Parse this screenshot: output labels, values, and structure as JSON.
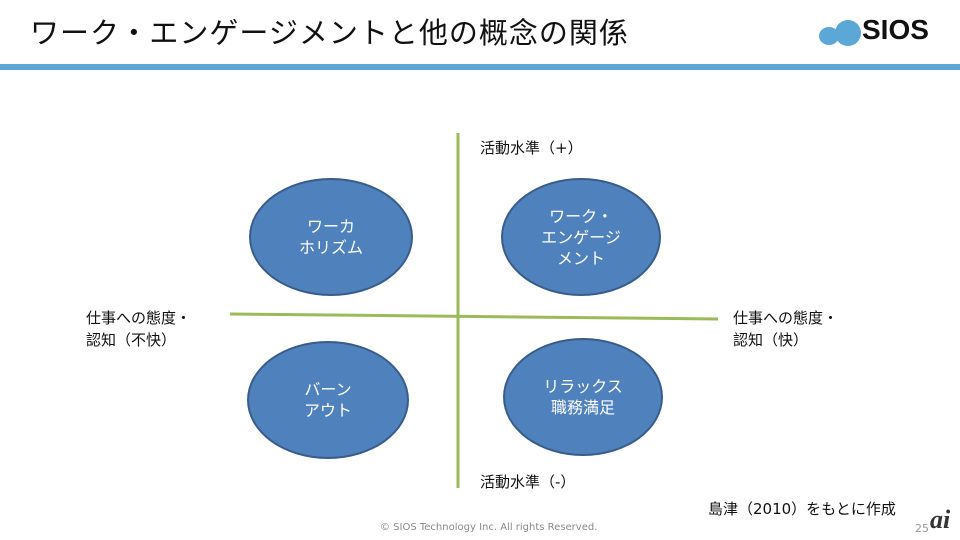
{
  "header": {
    "title": "ワーク・エンゲージメントと他の概念の関係",
    "logo_text": "SIOS",
    "accent": "#5ba7d6"
  },
  "diagram": {
    "axis_top": "活動水準（+）",
    "axis_bottom": "活動水準（-）",
    "axis_left": "仕事への態度・\n認知（不快）",
    "axis_right": "仕事への態度・\n認知（快）",
    "quadrants": {
      "top_left": "ワーカ\nホリズム",
      "top_right": "ワーク・\nエンゲージ\nメント",
      "bottom_left": "バーン\nアウト",
      "bottom_right": "リラックス\n職務満足"
    },
    "ellipse_color": "#4f81bd",
    "axis_color": "#9bbb59"
  },
  "source": "島津（2010）をもとに作成",
  "footer": {
    "copyright": "© SIOS Technology Inc. All rights Reserved.",
    "page": "25",
    "watermark": "ai"
  }
}
